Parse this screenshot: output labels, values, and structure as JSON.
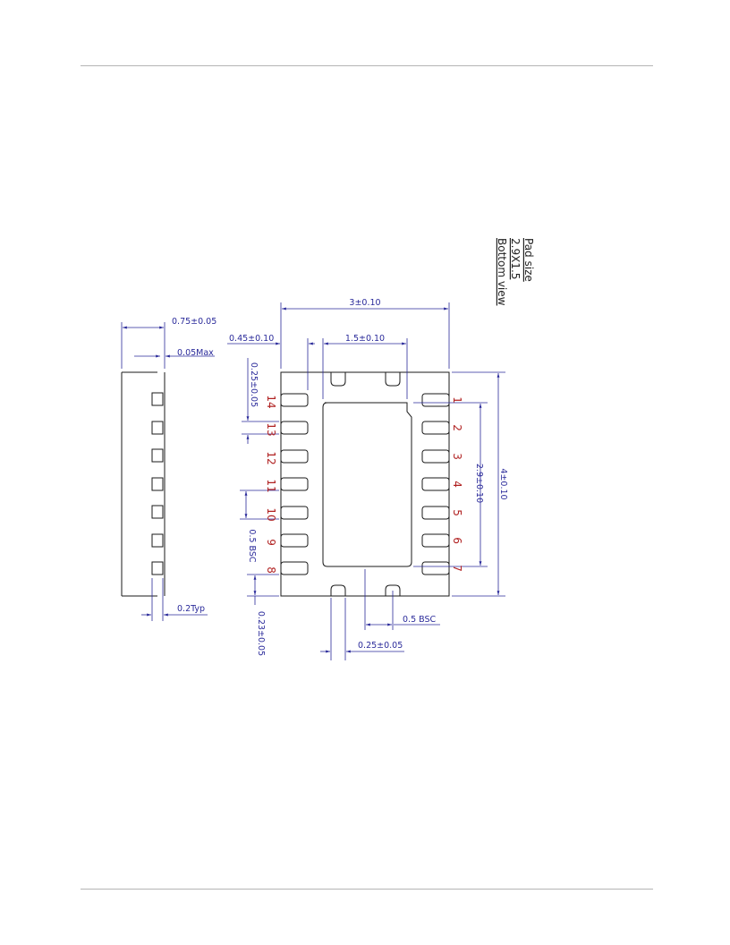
{
  "drawing": {
    "notes": [
      "Pad size",
      "2.9X1.5",
      "Bottom view"
    ],
    "dimensions": {
      "total_thickness": "0.75±0.05",
      "standoff": "0.05Max",
      "lead_width_side": "0.2Typ",
      "lead_length": "0.45±0.10",
      "pad_width": "1.5±0.10",
      "body_width": "3±0.10",
      "lead_pitch_width": "0.25±0.05",
      "lead_pitch": "0.5 BSC",
      "end_gap": "0.23±0.05",
      "pad_length": "2.9±0.10",
      "body_length": "4±0.10",
      "bottom_pitch": "0.5 BSC",
      "bottom_lead_width": "0.25±0.05"
    },
    "pins_right": [
      "1",
      "2",
      "3",
      "4",
      "5",
      "6",
      "7"
    ],
    "pins_left": [
      "14",
      "13",
      "12",
      "11",
      "10",
      "9",
      "8"
    ]
  },
  "colors": {
    "outline": "#1a1a1a",
    "dimension": "#2a2a9a",
    "pin_label": "#b02020",
    "rule": "#b4b4b4"
  }
}
